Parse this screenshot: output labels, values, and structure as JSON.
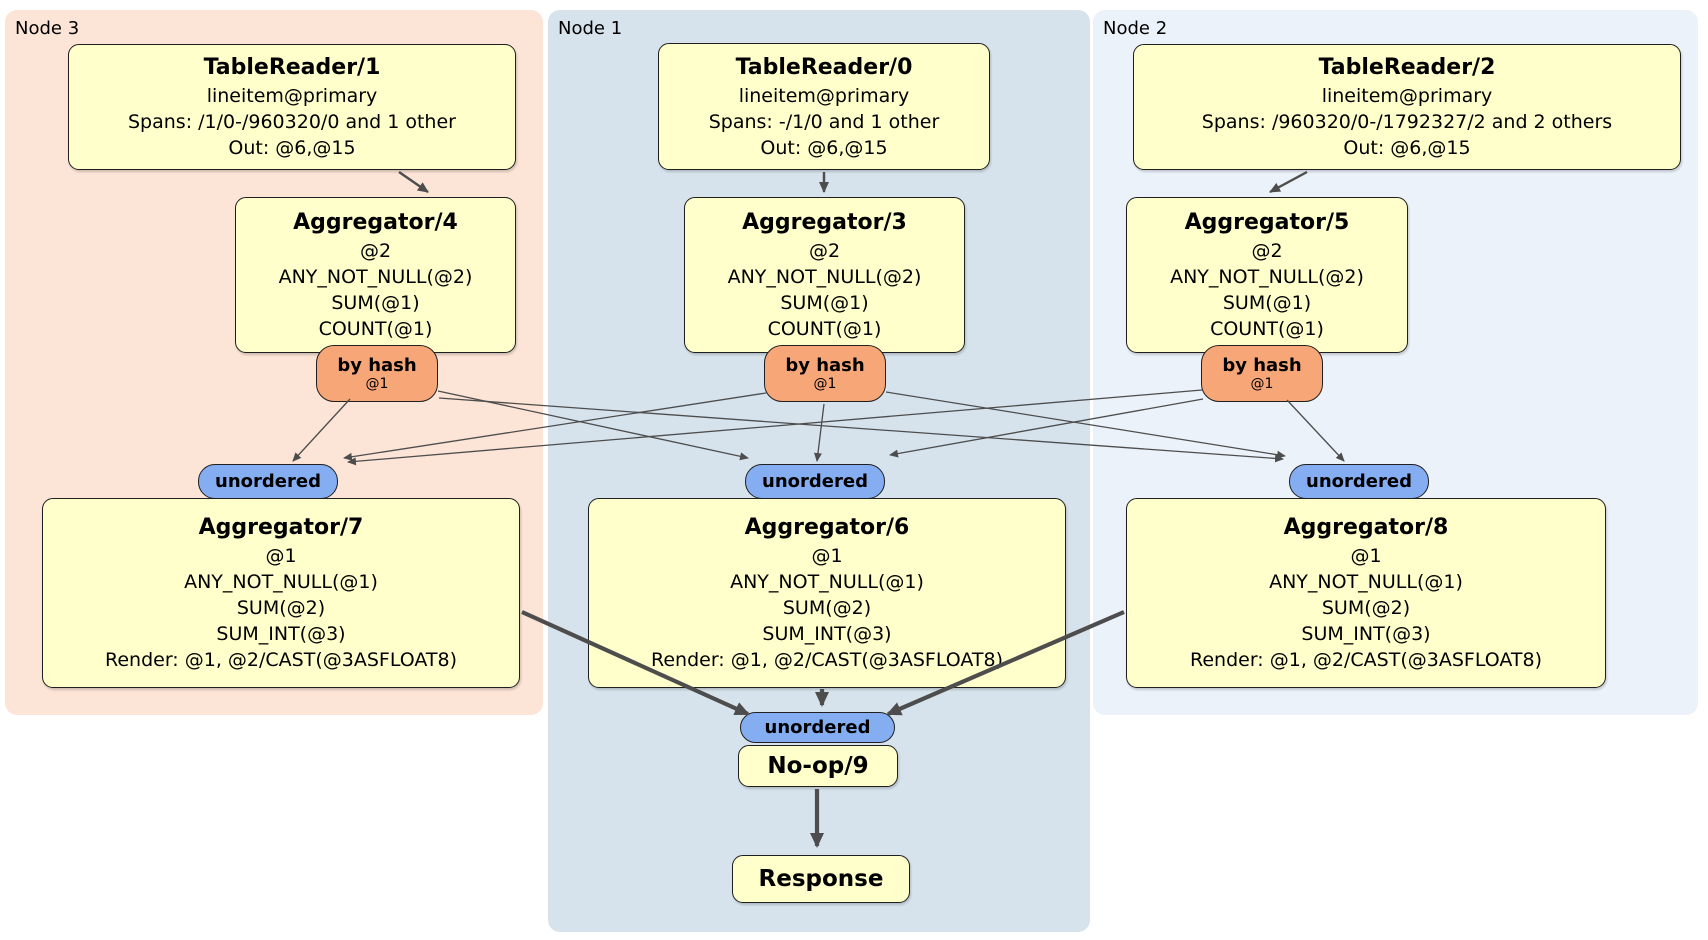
{
  "colors": {
    "node3_bg": "#fce4d6",
    "node1_bg": "#d7e3ec",
    "node2_bg": "#ecf2fa",
    "operator_bg": "#ffffcc",
    "operator_border": "#1f1f1f",
    "router_bg": "#f7a777",
    "stream_bg": "#84adf2",
    "edge": "#4d4d4d"
  },
  "nodes": {
    "node3": {
      "label": "Node 3"
    },
    "node1": {
      "label": "Node 1"
    },
    "node2": {
      "label": "Node 2"
    }
  },
  "operators": {
    "tr1": {
      "title": "TableReader/1",
      "lines": [
        "lineitem@primary",
        "Spans: /1/0-/960320/0 and 1 other",
        "Out: @6,@15"
      ]
    },
    "tr0": {
      "title": "TableReader/0",
      "lines": [
        "lineitem@primary",
        "Spans: -/1/0 and 1 other",
        "Out: @6,@15"
      ]
    },
    "tr2": {
      "title": "TableReader/2",
      "lines": [
        "lineitem@primary",
        "Spans: /960320/0-/1792327/2 and 2 others",
        "Out: @6,@15"
      ]
    },
    "agg4": {
      "title": "Aggregator/4",
      "lines": [
        "@2",
        "ANY_NOT_NULL(@2)",
        "SUM(@1)",
        "COUNT(@1)"
      ]
    },
    "agg3": {
      "title": "Aggregator/3",
      "lines": [
        "@2",
        "ANY_NOT_NULL(@2)",
        "SUM(@1)",
        "COUNT(@1)"
      ]
    },
    "agg5": {
      "title": "Aggregator/5",
      "lines": [
        "@2",
        "ANY_NOT_NULL(@2)",
        "SUM(@1)",
        "COUNT(@1)"
      ]
    },
    "agg7": {
      "title": "Aggregator/7",
      "lines": [
        "@1",
        "ANY_NOT_NULL(@1)",
        "SUM(@2)",
        "SUM_INT(@3)",
        "Render: @1, @2/CAST(@3ASFLOAT8)"
      ]
    },
    "agg6": {
      "title": "Aggregator/6",
      "lines": [
        "@1",
        "ANY_NOT_NULL(@1)",
        "SUM(@2)",
        "SUM_INT(@3)",
        "Render: @1, @2/CAST(@3ASFLOAT8)"
      ]
    },
    "agg8": {
      "title": "Aggregator/8",
      "lines": [
        "@1",
        "ANY_NOT_NULL(@1)",
        "SUM(@2)",
        "SUM_INT(@3)",
        "Render: @1, @2/CAST(@3ASFLOAT8)"
      ]
    },
    "noop9": {
      "title": "No-op/9"
    },
    "response": {
      "title": "Response"
    }
  },
  "routers": {
    "by_hash_label": "by hash",
    "by_hash_key": "@1"
  },
  "streams": {
    "unordered_label": "unordered"
  }
}
